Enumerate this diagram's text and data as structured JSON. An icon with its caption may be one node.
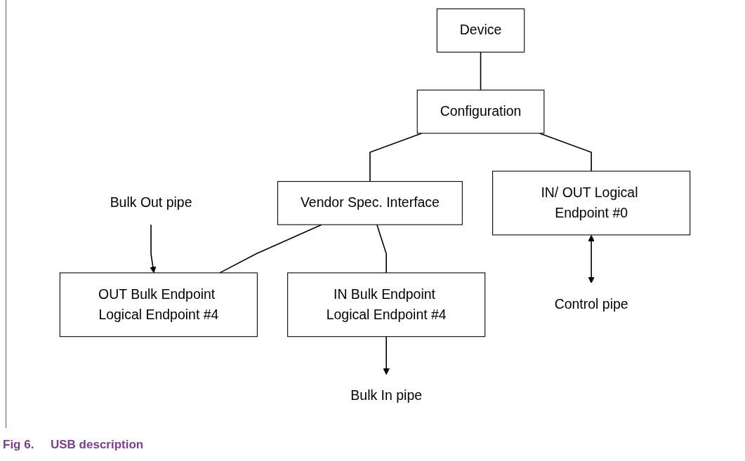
{
  "diagram": {
    "caption": "Fig 6.     USB description",
    "nodes": [
      {
        "text": [
          "Device"
        ]
      },
      {
        "text": [
          "Configuration"
        ]
      },
      {
        "text": [
          "Vendor Spec. Interface"
        ]
      },
      {
        "text": [
          "IN/ OUT Logical Endpoint #0"
        ]
      },
      {
        "text": [
          "OUT Bulk Endpoint Logical Endpoint #4"
        ]
      },
      {
        "text": [
          "IN Bulk Endpoint Logical Endpoint #4"
        ]
      },
      {
        "text": [
          "Control pipe"
        ]
      },
      {
        "text": [
          "Bulk Out pipe"
        ]
      },
      {
        "text": [
          "Bulk In pipe"
        ]
      }
    ],
    "edges": [
      {
        "from": 0,
        "to": 1,
        "arrow": "none"
      },
      {
        "from": 1,
        "to": 3,
        "arrow": "none"
      },
      {
        "from": 1,
        "to": 2,
        "arrow": "none"
      },
      {
        "from": 2,
        "to": 4,
        "arrow": "none"
      },
      {
        "from": 2,
        "to": 5,
        "arrow": "none"
      },
      {
        "from": 3,
        "to": 6,
        "arrow": "both"
      },
      {
        "from": 7,
        "to": 4,
        "arrow": "to"
      },
      {
        "from": 5,
        "to": 8,
        "arrow": "to"
      }
    ]
  }
}
